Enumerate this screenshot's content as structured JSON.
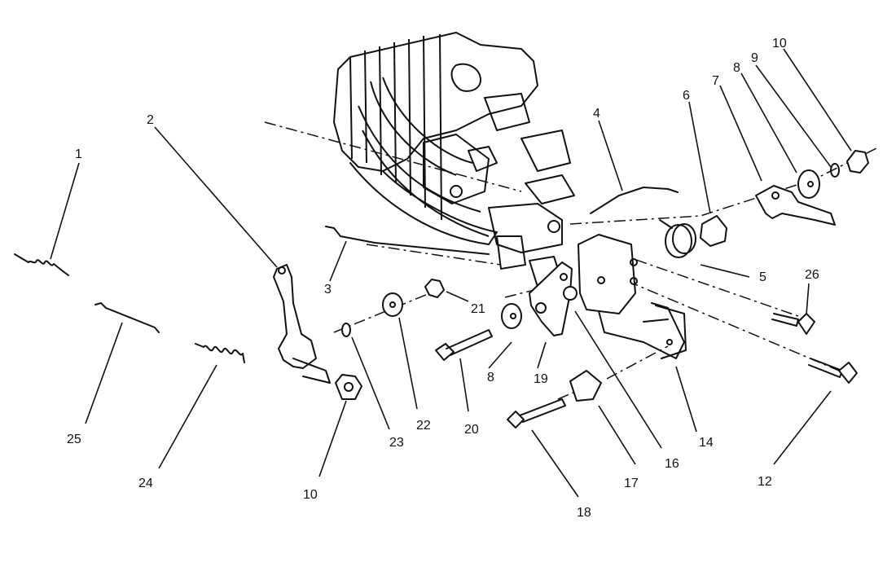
{
  "callouts": [
    {
      "id": "c1",
      "text": "1"
    },
    {
      "id": "c2",
      "text": "2"
    },
    {
      "id": "c3",
      "text": "3"
    },
    {
      "id": "c4",
      "text": "4"
    },
    {
      "id": "c5",
      "text": "5"
    },
    {
      "id": "c6",
      "text": "6"
    },
    {
      "id": "c7",
      "text": "7"
    },
    {
      "id": "c8a",
      "text": "8"
    },
    {
      "id": "c9",
      "text": "9"
    },
    {
      "id": "c10a",
      "text": "10"
    },
    {
      "id": "c8b",
      "text": "8"
    },
    {
      "id": "c10b",
      "text": "10"
    },
    {
      "id": "c12",
      "text": "12"
    },
    {
      "id": "c14",
      "text": "14"
    },
    {
      "id": "c16",
      "text": "16"
    },
    {
      "id": "c17",
      "text": "17"
    },
    {
      "id": "c18",
      "text": "18"
    },
    {
      "id": "c19",
      "text": "19"
    },
    {
      "id": "c20",
      "text": "20"
    },
    {
      "id": "c21",
      "text": "21"
    },
    {
      "id": "c22",
      "text": "22"
    },
    {
      "id": "c23",
      "text": "23"
    },
    {
      "id": "c24",
      "text": "24"
    },
    {
      "id": "c25",
      "text": "25"
    },
    {
      "id": "c26",
      "text": "26"
    }
  ]
}
